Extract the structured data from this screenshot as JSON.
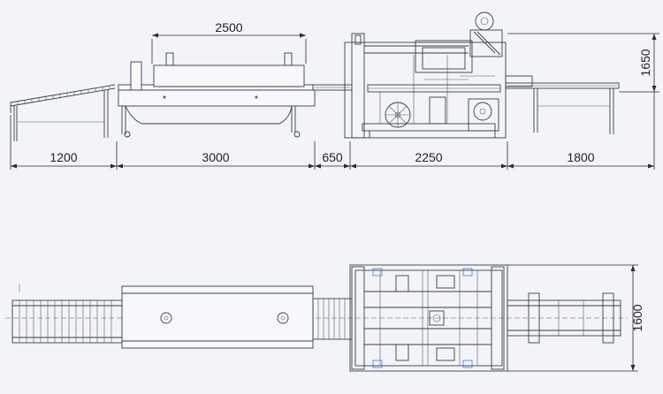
{
  "top_view_dimensions": {
    "tunnel_length": "2500",
    "infeed": "1200",
    "tunnel": "3000",
    "gap": "650",
    "sealer": "2250",
    "outfeed": "1800",
    "height": "1650"
  },
  "plan_view_dimensions": {
    "width": "1600"
  },
  "colors": {
    "background": "#f2f4f8",
    "line": "#3a3d44",
    "accent": "#2d6bd6"
  }
}
